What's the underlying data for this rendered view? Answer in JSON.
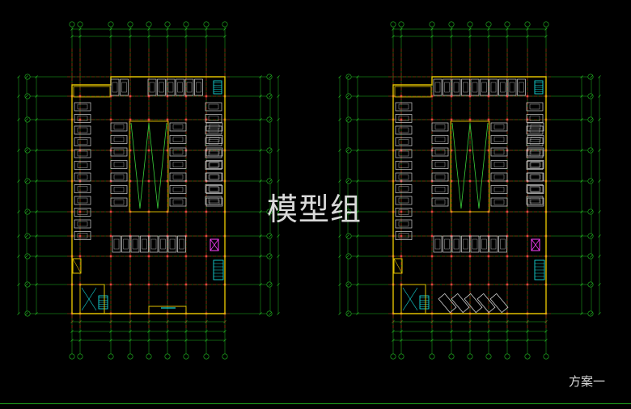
{
  "watermark": "模型组",
  "scheme_label": "方案一",
  "colors": {
    "background": "#000000",
    "axis_grid": "#22b822",
    "column_grid": "#cc1111",
    "walls": "#e0c000",
    "parking": "#d0d0d0",
    "ramp": "#3ad03a",
    "stairs": "#14d8d8",
    "elevator": "#ff40ff"
  },
  "plans": [
    {
      "name": "plan-left",
      "variant": "ramp-bottom-straight"
    },
    {
      "name": "plan-right",
      "variant": "ramp-bottom-angled"
    }
  ]
}
